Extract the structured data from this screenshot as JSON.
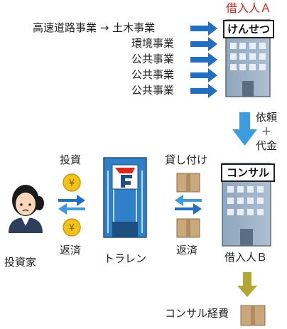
{
  "projects": {
    "first": "高速道路事業 → 土木事業",
    "items": [
      "環境事業",
      "公共事業",
      "公共事業",
      "公共事業"
    ]
  },
  "borrower_a": {
    "label": "借入人Ａ",
    "sign": "けんせつ"
  },
  "request": {
    "label": "依頼\n＋\n代金"
  },
  "borrower_b": {
    "label": "借入人Ｂ",
    "sign": "コンサル"
  },
  "investor": {
    "label": "投資家",
    "invest": "投資",
    "repay": "返済"
  },
  "platform": {
    "label": "トラレン"
  },
  "loan": {
    "lend": "貸し付け",
    "repay": "返済"
  },
  "fee": {
    "label": "コンサル経費"
  },
  "colors": {
    "arrow_blue": "#1f6fc4",
    "arrow_light": "#3b9ddf",
    "arrow_olive": "#b3a632",
    "accent_red": "#e0241b"
  },
  "icons": [
    "yen-coin-icon",
    "cardboard-box-icon",
    "office-building-icon",
    "investor-woman-icon"
  ]
}
